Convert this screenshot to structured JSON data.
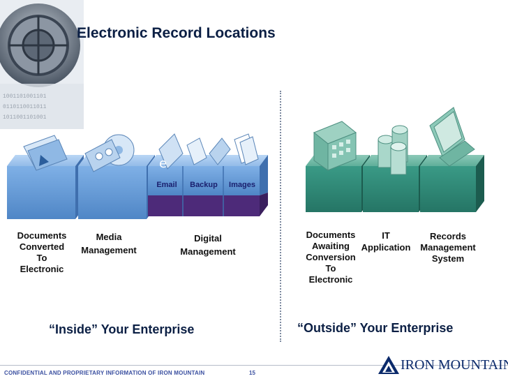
{
  "title": "Electronic Record Locations",
  "inside": {
    "heading": "“Inside” Your Enterprise",
    "labels": {
      "documents": [
        "Documents",
        "Converted",
        "To",
        "Electronic"
      ],
      "media": [
        "Media",
        "Management"
      ],
      "digital": [
        "Digital",
        "Management"
      ]
    },
    "segments": [
      "Email",
      "Backup",
      "Images"
    ]
  },
  "outside": {
    "heading": "“Outside” Your Enterprise",
    "labels": {
      "awaiting": [
        "Documents",
        "Awaiting",
        "Conversion",
        "To",
        "Electronic"
      ],
      "it": [
        "IT",
        "Application"
      ],
      "records": [
        "Records",
        "Management",
        "System"
      ]
    }
  },
  "footer": {
    "confidential": "CONFIDENTIAL AND PROPRIETARY INFORMATION OF IRON MOUNTAIN",
    "page": "15"
  },
  "brand": {
    "name": "IRON MOUNTAIN"
  },
  "icons": [
    "vault-icon",
    "folder-icon",
    "media-icon",
    "image-docs-icon",
    "building-icon",
    "server-icon",
    "computer-icon",
    "iron-mountain-logo-icon"
  ],
  "colors": {
    "blue_cube": "#6a9fd8",
    "green_cube": "#2e8a77",
    "purple_band": "#4d2a79",
    "title": "#0b1f44"
  }
}
